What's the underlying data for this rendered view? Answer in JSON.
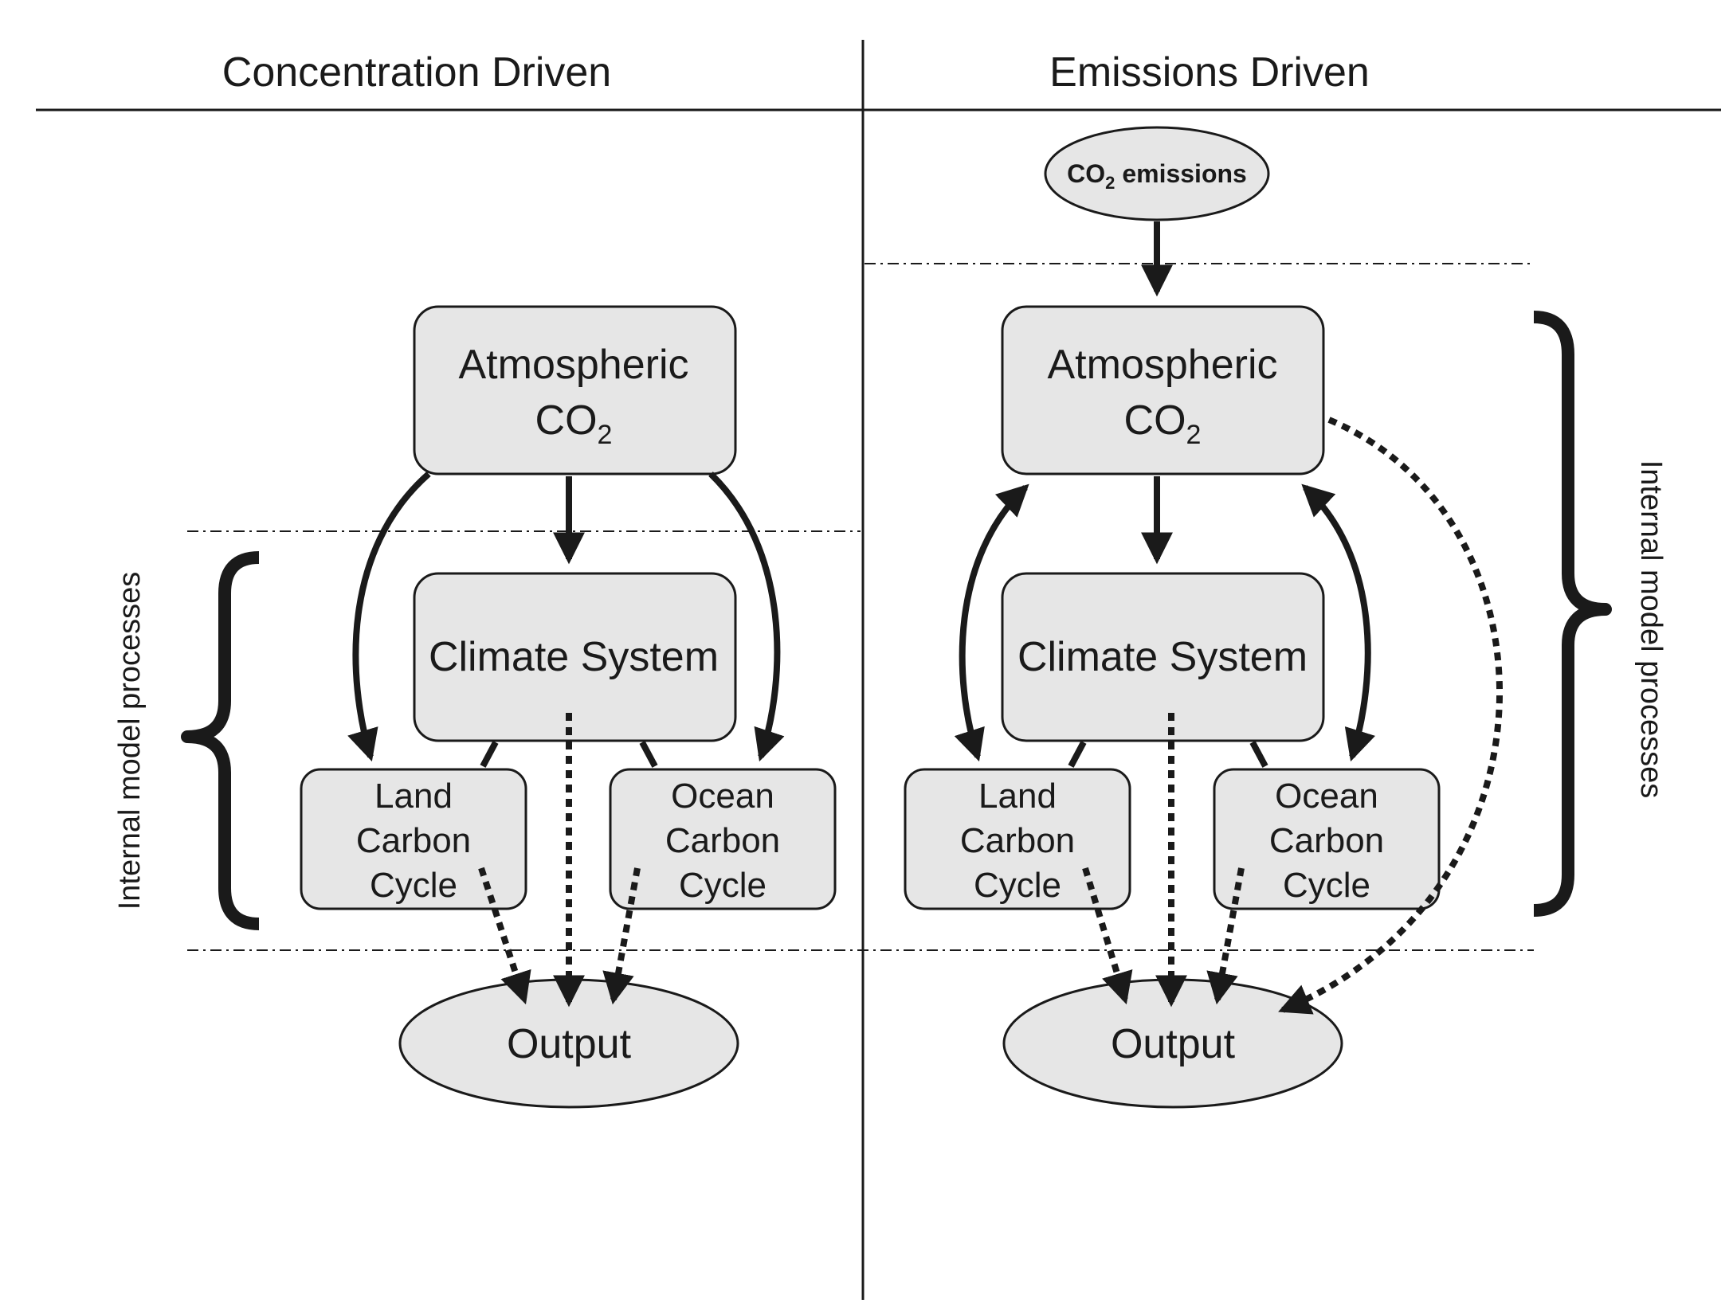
{
  "left_panel": {
    "title": "Concentration Driven",
    "side_label": "Internal model processes",
    "atmospheric": {
      "line1": "Atmospheric",
      "co": "CO",
      "sub": "2"
    },
    "climate": "Climate System",
    "land": [
      "Land",
      "Carbon",
      "Cycle"
    ],
    "ocean": [
      "Ocean",
      "Carbon",
      "Cycle"
    ],
    "output": "Output"
  },
  "right_panel": {
    "title": "Emissions Driven",
    "side_label": "Internal model processes",
    "emissions": {
      "co": "CO",
      "sub": "2",
      "rest": " emissions"
    },
    "atmospheric": {
      "line1": "Atmospheric",
      "co": "CO",
      "sub": "2"
    },
    "climate": "Climate System",
    "land": [
      "Land",
      "Carbon",
      "Cycle"
    ],
    "ocean": [
      "Ocean",
      "Carbon",
      "Cycle"
    ],
    "output": "Output"
  },
  "colors": {
    "box_fill": "#e6e6e6",
    "stroke": "#1a1a1a",
    "background": "#ffffff"
  }
}
